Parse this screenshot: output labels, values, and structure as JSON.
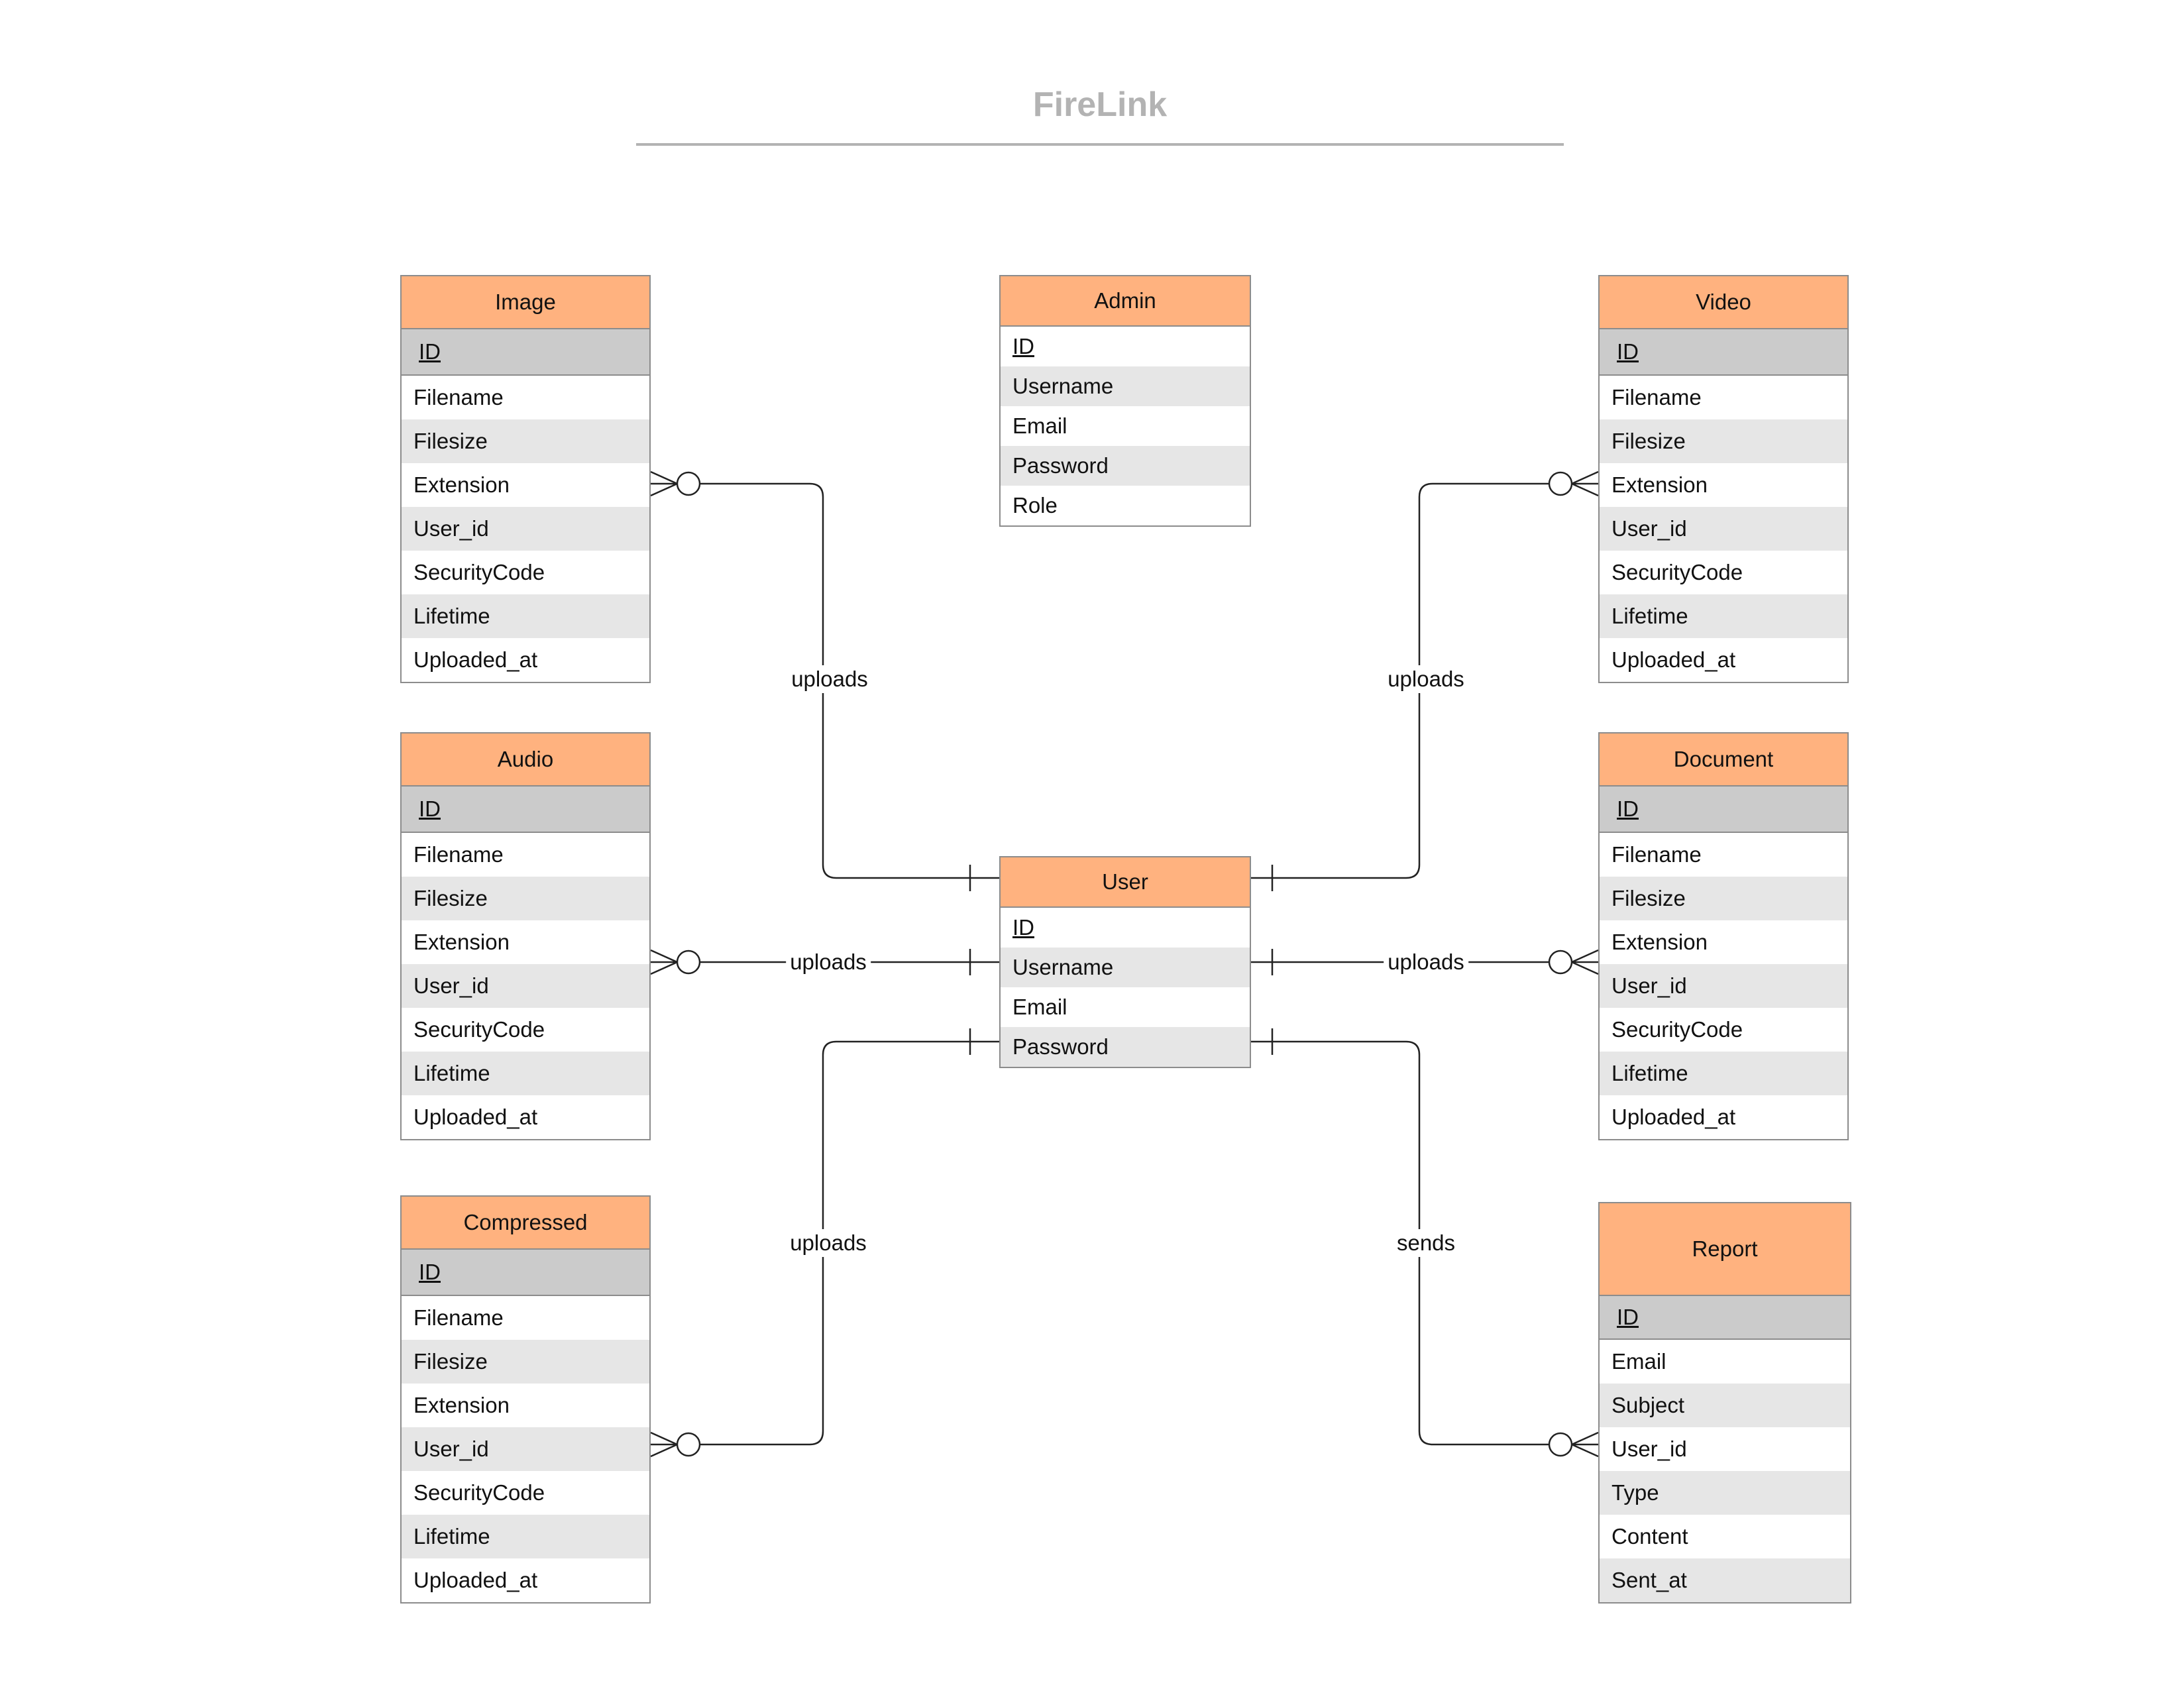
{
  "title": "FireLink",
  "entities": {
    "image": {
      "name": "Image",
      "attributes": [
        "ID",
        "Filename",
        "Filesize",
        "Extension",
        "User_id",
        "SecurityCode",
        "Lifetime",
        "Uploaded_at"
      ]
    },
    "admin": {
      "name": "Admin",
      "attributes": [
        "ID",
        "Username",
        "Email",
        "Password",
        "Role"
      ]
    },
    "video": {
      "name": "Video",
      "attributes": [
        "ID",
        "Filename",
        "Filesize",
        "Extension",
        "User_id",
        "SecurityCode",
        "Lifetime",
        "Uploaded_at"
      ]
    },
    "audio": {
      "name": "Audio",
      "attributes": [
        "ID",
        "Filename",
        "Filesize",
        "Extension",
        "User_id",
        "SecurityCode",
        "Lifetime",
        "Uploaded_at"
      ]
    },
    "user": {
      "name": "User",
      "attributes": [
        "ID",
        "Username",
        "Email",
        "Password"
      ]
    },
    "document": {
      "name": "Document",
      "attributes": [
        "ID",
        "Filename",
        "Filesize",
        "Extension",
        "User_id",
        "SecurityCode",
        "Lifetime",
        "Uploaded_at"
      ]
    },
    "compressed": {
      "name": "Compressed",
      "attributes": [
        "ID",
        "Filename",
        "Filesize",
        "Extension",
        "User_id",
        "SecurityCode",
        "Lifetime",
        "Uploaded_at"
      ]
    },
    "report": {
      "name": "Report",
      "attributes": [
        "ID",
        "Email",
        "Subject",
        "User_id",
        "Type",
        "Content",
        "Sent_at"
      ]
    }
  },
  "relationships": [
    {
      "from": "User",
      "to": "Image",
      "label": "uploads",
      "cardinality_from": "one",
      "cardinality_to": "zero-or-many"
    },
    {
      "from": "User",
      "to": "Video",
      "label": "uploads",
      "cardinality_from": "one",
      "cardinality_to": "zero-or-many"
    },
    {
      "from": "User",
      "to": "Audio",
      "label": "uploads",
      "cardinality_from": "one",
      "cardinality_to": "zero-or-many"
    },
    {
      "from": "User",
      "to": "Document",
      "label": "uploads",
      "cardinality_from": "one",
      "cardinality_to": "zero-or-many"
    },
    {
      "from": "User",
      "to": "Compressed",
      "label": "uploads",
      "cardinality_from": "one",
      "cardinality_to": "zero-or-many"
    },
    {
      "from": "User",
      "to": "Report",
      "label": "sends",
      "cardinality_from": "one",
      "cardinality_to": "zero-or-many"
    }
  ],
  "colors": {
    "header": "#ffb27f",
    "key_row": "#cbcbcb",
    "alt_row": "#e6e6e6",
    "border": "#8c8c8c",
    "title": "#b3b3b3"
  }
}
